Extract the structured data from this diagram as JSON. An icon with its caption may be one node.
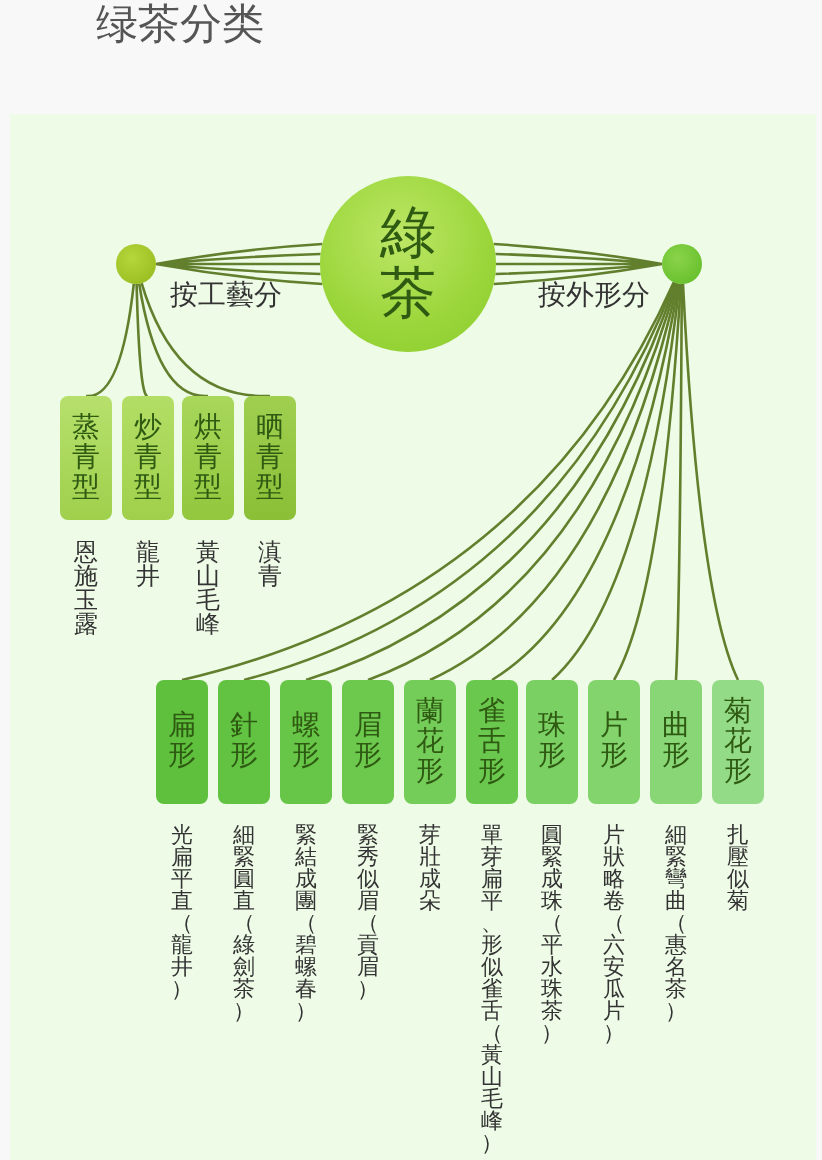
{
  "diagram": {
    "title": "绿茶分类",
    "nodes": [
      {
        "text": [
          "綠茶"
        ]
      },
      {
        "text": [],
        "shape": "circle",
        "beside": [
          "按工藝分"
        ]
      },
      {
        "text": [],
        "shape": "circle",
        "beside": [
          "按外形分"
        ]
      },
      {
        "text": [
          "蒸青型"
        ],
        "beside": [
          "恩施玉露"
        ]
      },
      {
        "text": [
          "炒青型"
        ],
        "beside": [
          "龍井"
        ]
      },
      {
        "text": [
          "烘青型"
        ],
        "beside": [
          "黃山毛峰"
        ]
      },
      {
        "text": [
          "晒青型"
        ],
        "beside": [
          "滇青"
        ]
      },
      {
        "text": [
          "扁形"
        ],
        "beside": [
          "光扁平直（龍井）"
        ]
      },
      {
        "text": [
          "針形"
        ],
        "beside": [
          "細緊圓直（綠劍茶）"
        ]
      },
      {
        "text": [
          "螺形"
        ],
        "beside": [
          "緊結成團（碧螺春）"
        ]
      },
      {
        "text": [
          "眉形"
        ],
        "beside": [
          "緊秀似眉（貢眉）"
        ]
      },
      {
        "text": [
          "蘭花形"
        ],
        "beside": [
          "芽壯成朵"
        ]
      },
      {
        "text": [
          "雀舌形"
        ],
        "beside": [
          "單芽扁平、形似雀舌（黃山毛峰）"
        ]
      },
      {
        "text": [
          "珠形"
        ],
        "beside": [
          "圓緊成珠（平水珠茶）"
        ]
      },
      {
        "text": [
          "片形"
        ],
        "beside": [
          "片狀略卷（六安瓜片）"
        ]
      },
      {
        "text": [
          "曲形"
        ],
        "beside": [
          "細緊彎曲（惠名茶）"
        ]
      },
      {
        "text": [
          "菊花形"
        ],
        "beside": [
          "扎壓似菊"
        ]
      }
    ],
    "edges": [
      {
        "from": 0,
        "to": 1,
        "arrow": "none"
      },
      {
        "from": 0,
        "to": 2,
        "arrow": "none"
      },
      {
        "from": 1,
        "to": 3,
        "arrow": "none"
      },
      {
        "from": 1,
        "to": 4,
        "arrow": "none"
      },
      {
        "from": 1,
        "to": 5,
        "arrow": "none"
      },
      {
        "from": 1,
        "to": 6,
        "arrow": "none"
      },
      {
        "from": 2,
        "to": 7,
        "arrow": "none"
      },
      {
        "from": 2,
        "to": 8,
        "arrow": "none"
      },
      {
        "from": 2,
        "to": 9,
        "arrow": "none"
      },
      {
        "from": 2,
        "to": 10,
        "arrow": "none"
      },
      {
        "from": 2,
        "to": 11,
        "arrow": "none"
      },
      {
        "from": 2,
        "to": 12,
        "arrow": "none"
      },
      {
        "from": 2,
        "to": 13,
        "arrow": "none"
      },
      {
        "from": 2,
        "to": 14,
        "arrow": "none"
      },
      {
        "from": 2,
        "to": 15,
        "arrow": "none"
      },
      {
        "from": 2,
        "to": 16,
        "arrow": "none"
      }
    ]
  }
}
